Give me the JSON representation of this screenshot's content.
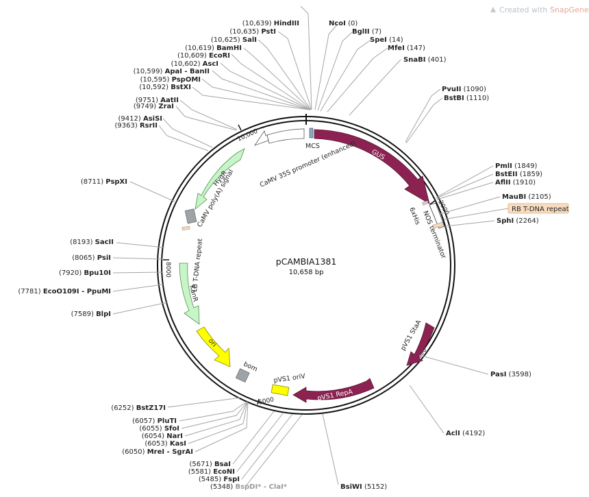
{
  "watermark": {
    "prefix": "Created with ",
    "brand": "SnapGene®"
  },
  "plasmid": {
    "name": "pCAMBIA1381",
    "size_label": "10,658 bp",
    "total_bp": 10658
  },
  "ticks": [
    {
      "bp": 2000,
      "label": "2000"
    },
    {
      "bp": 4000,
      "label": "4000"
    },
    {
      "bp": 6000,
      "label": "6000"
    },
    {
      "bp": 8000,
      "label": "8000"
    },
    {
      "bp": 10000,
      "label": "10,000"
    }
  ],
  "sites": [
    {
      "id": "hindiii",
      "pos": "(10,639)",
      "name": "HindIII"
    },
    {
      "id": "psti",
      "pos": "(10,635)",
      "name": "PstI"
    },
    {
      "id": "sali",
      "pos": "(10,625)",
      "name": "SalI"
    },
    {
      "id": "bamhi",
      "pos": "(10,619)",
      "name": "BamHI"
    },
    {
      "id": "ecori",
      "pos": "(10,609)",
      "name": "EcoRI"
    },
    {
      "id": "asci",
      "pos": "(10,602)",
      "name": "AscI"
    },
    {
      "id": "apai",
      "pos": "(10,599)",
      "name": "ApaI - BanII"
    },
    {
      "id": "pspomi",
      "pos": "(10,595)",
      "name": "PspOMI"
    },
    {
      "id": "bstxi",
      "pos": "(10,592)",
      "name": "BstXI"
    },
    {
      "id": "aatii",
      "pos": "(9751)",
      "name": "AatII"
    },
    {
      "id": "zrai",
      "pos": "(9749)",
      "name": "ZraI"
    },
    {
      "id": "asisi",
      "pos": "(9412)",
      "name": "AsiSI"
    },
    {
      "id": "rsrii",
      "pos": "(9363)",
      "name": "RsrII"
    },
    {
      "id": "pspxi",
      "pos": "(8711)",
      "name": "PspXI"
    },
    {
      "id": "sacii",
      "pos": "(8193)",
      "name": "SacII"
    },
    {
      "id": "psii",
      "pos": "(8065)",
      "name": "PsiI"
    },
    {
      "id": "bpu10i",
      "pos": "(7920)",
      "name": "Bpu10I"
    },
    {
      "id": "eco0109i",
      "pos": "(7781)",
      "name": "EcoO109I - PpuMI"
    },
    {
      "id": "blpi",
      "pos": "(7589)",
      "name": "BlpI"
    },
    {
      "id": "bstz17i",
      "pos": "(6252)",
      "name": "BstZ17I"
    },
    {
      "id": "pluti",
      "pos": "(6057)",
      "name": "PluTI"
    },
    {
      "id": "sfoi",
      "pos": "(6055)",
      "name": "SfoI"
    },
    {
      "id": "nari",
      "pos": "(6054)",
      "name": "NarI"
    },
    {
      "id": "kasi",
      "pos": "(6053)",
      "name": "KasI"
    },
    {
      "id": "mrei",
      "pos": "(6050)",
      "name": "MreI - SgrAI"
    },
    {
      "id": "bsai",
      "pos": "(5671)",
      "name": "BsaI"
    },
    {
      "id": "econi",
      "pos": "(5581)",
      "name": "EcoNI"
    },
    {
      "id": "fspi",
      "pos": "(5485)",
      "name": "FspI"
    },
    {
      "id": "bspdi",
      "pos": "(5348)",
      "name": "BspDI* - ClaI*"
    },
    {
      "id": "ncoi",
      "pos": "(0)",
      "name": "NcoI"
    },
    {
      "id": "bglii",
      "pos": "(7)",
      "name": "BglII"
    },
    {
      "id": "spei",
      "pos": "(14)",
      "name": "SpeI"
    },
    {
      "id": "mfei",
      "pos": "(147)",
      "name": "MfeI"
    },
    {
      "id": "snabi",
      "pos": "(401)",
      "name": "SnaBI"
    },
    {
      "id": "pvuii",
      "pos": "(1090)",
      "name": "PvuII"
    },
    {
      "id": "bstbi",
      "pos": "(1110)",
      "name": "BstBI"
    },
    {
      "id": "pmli",
      "pos": "(1849)",
      "name": "PmlI"
    },
    {
      "id": "bsteii",
      "pos": "(1859)",
      "name": "BstEII"
    },
    {
      "id": "aflii",
      "pos": "(1910)",
      "name": "AflII"
    },
    {
      "id": "maubi",
      "pos": "(2105)",
      "name": "MauBI"
    },
    {
      "id": "sphi",
      "pos": "(2264)",
      "name": "SphI"
    },
    {
      "id": "pasi",
      "pos": "(3598)",
      "name": "PasI"
    },
    {
      "id": "acli",
      "pos": "(4192)",
      "name": "AclI"
    },
    {
      "id": "bsiwi",
      "pos": "(5152)",
      "name": "BsiWI"
    }
  ],
  "rb_repeat": {
    "label": "RB T-DNA repeat"
  },
  "features": {
    "gus": "GUS",
    "mcs": "MCS",
    "camv35s": "CaMV 35S promoter (enhanced)",
    "hygr": "HygR",
    "camv_polya": "CaMV poly(A) signal",
    "lb": "LB T-DNA repeat",
    "kanr": "KanR",
    "ori": "ori",
    "bom": "bom",
    "pvs1_oriv": "pVS1 oriV",
    "pvs1_repa": "pVS1 RepA",
    "pvs1_staa": "pVS1 StaA",
    "sixhis": "6xHis",
    "nos": "NOS terminator"
  },
  "colors": {
    "gus": "#8b2252",
    "pvs1": "#8b2252",
    "resistance": "#c8f5c8",
    "ori": "#ffff00",
    "misc_grey": "#9ea3a8",
    "mcs": "#8aa8cc",
    "rb_fill": "#f8d8b8",
    "promoter": "#ffffff"
  }
}
